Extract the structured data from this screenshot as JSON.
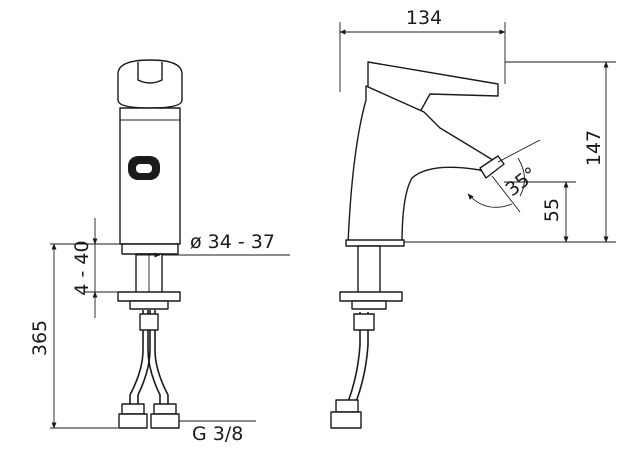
{
  "dimensions": {
    "width_label": "134",
    "height_label": "147",
    "spout_height_label": "55",
    "angle_label": "35°",
    "diameter_label": "ø 34 - 37",
    "deck_thickness_label": "4 - 40",
    "hose_length_label": "365",
    "thread_label": "G 3/8"
  }
}
